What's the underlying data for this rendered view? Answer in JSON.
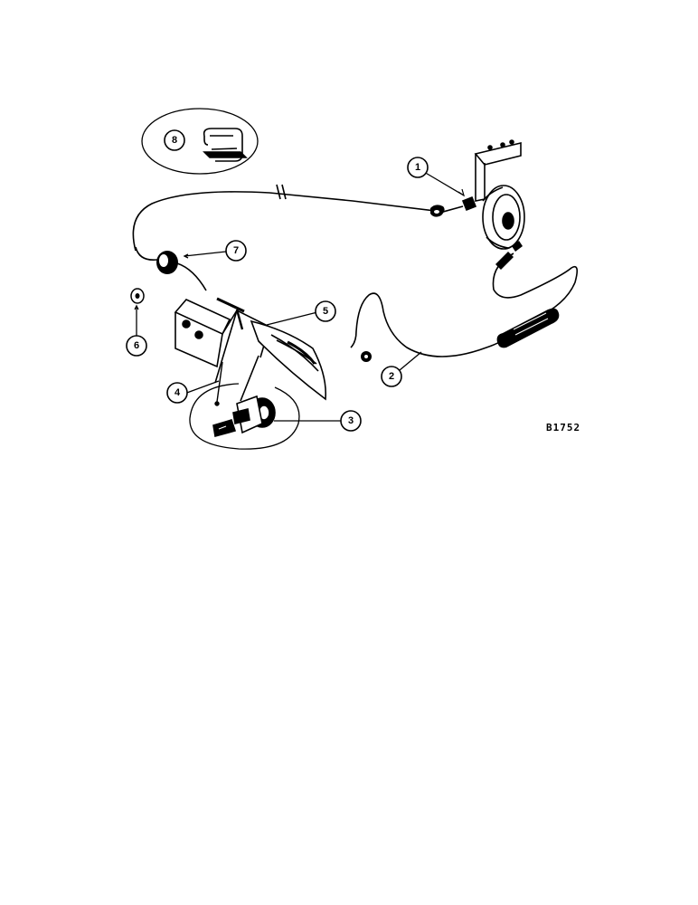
{
  "figure": {
    "reference_code": "B1752",
    "callouts": [
      "1",
      "2",
      "3",
      "4",
      "5",
      "6",
      "7",
      "8"
    ]
  },
  "icons": {
    "horn": "horn-icon",
    "switch": "switch-icon",
    "bracket": "bracket-icon",
    "grommet": "grommet-icon",
    "clip": "clip-icon",
    "washer": "washer-icon",
    "terminal": "terminal-icon"
  },
  "colors": {
    "ink": "#000000",
    "paper": "#ffffff"
  }
}
